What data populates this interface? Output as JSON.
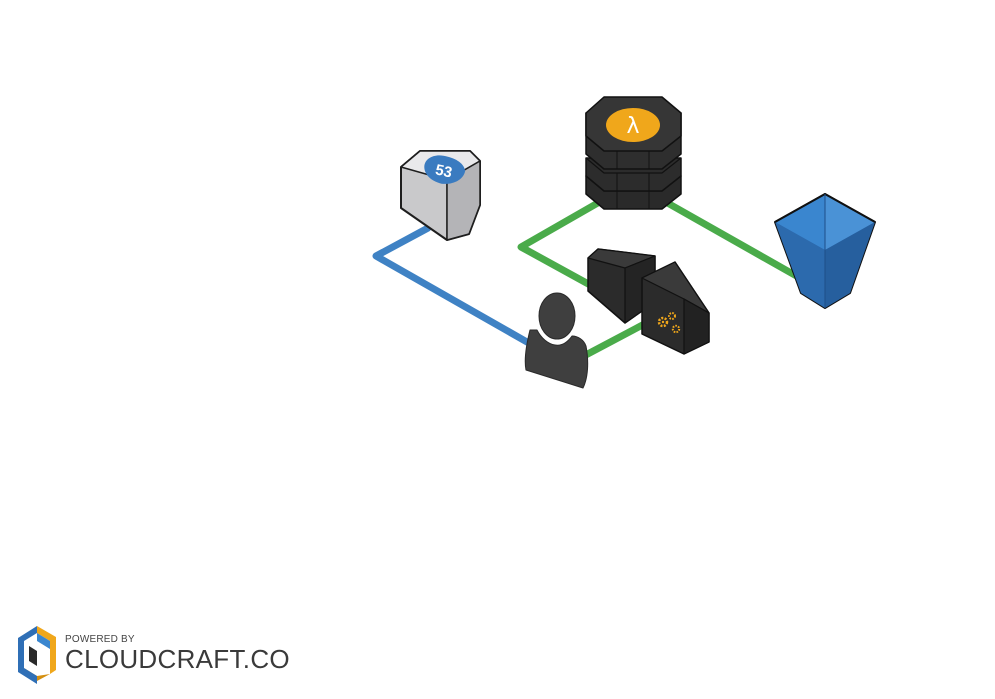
{
  "diagram": {
    "nodes": [
      {
        "id": "route53",
        "icon": "route53-icon",
        "badge_text": "53"
      },
      {
        "id": "lambda",
        "icon": "lambda-icon",
        "glyph": "λ"
      },
      {
        "id": "s3",
        "icon": "s3-bucket-icon"
      },
      {
        "id": "user",
        "icon": "user-icon"
      },
      {
        "id": "api-gateway",
        "icon": "api-gateway-icon"
      },
      {
        "id": "gears",
        "icon": "gears-icon"
      }
    ],
    "edges": [
      {
        "from": "route53",
        "to": "user",
        "color": "#3f82c4"
      },
      {
        "from": "user",
        "to": "api-gateway",
        "color": "#4aab4a"
      },
      {
        "from": "api-gateway",
        "to": "lambda",
        "color": "#4aab4a"
      },
      {
        "from": "lambda",
        "to": "s3",
        "color": "#4aab4a"
      }
    ]
  },
  "branding": {
    "powered_by": "POWERED BY",
    "name": "CLOUDCRAFT.CO"
  },
  "colors": {
    "link_blue": "#3f82c4",
    "link_green": "#4aab4a",
    "lambda_orange": "#f0a71b",
    "s3_blue": "#2f6fb6",
    "route53_badge": "#3a7bc0",
    "dark_block": "#2e2e2e",
    "user_gray": "#3f3f3f"
  }
}
